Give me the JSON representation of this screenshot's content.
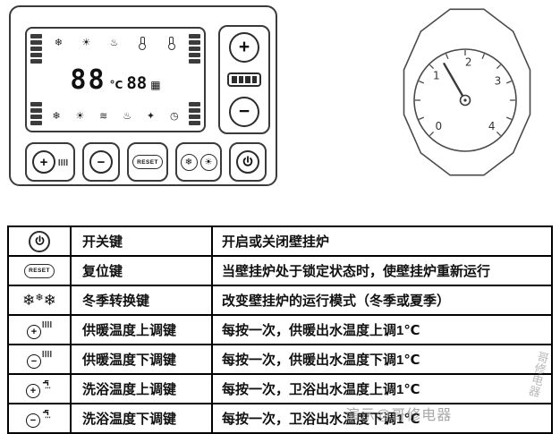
{
  "panel": {
    "lcd": {
      "main_value": "88",
      "unit": "°C",
      "secondary_value": "88",
      "block_glyph": "▦",
      "icons_top": [
        {
          "n": "snowflake-icon",
          "g": "❄"
        },
        {
          "n": "sun-icon",
          "g": "☀"
        },
        {
          "n": "flame-icon",
          "g": "♨"
        }
      ],
      "icons_bottom": [
        {
          "n": "snowflake-icon",
          "g": "❄"
        },
        {
          "n": "sun-icon",
          "g": "☀"
        },
        {
          "n": "wave-icon",
          "g": "≋"
        },
        {
          "n": "flame-icon",
          "g": "♨"
        },
        {
          "n": "spark-icon",
          "g": "✦"
        },
        {
          "n": "clock-icon",
          "g": "◷"
        }
      ]
    },
    "side": {
      "plus": "+",
      "minus": "−"
    },
    "keys": {
      "heat_up_sign": "+",
      "heat_down_sign": "−",
      "reset_label": "RESET",
      "winter_glyph": "❄",
      "summer_glyph": "☀"
    }
  },
  "dial": {
    "labels": [
      "0",
      "1",
      "2",
      "3",
      "4"
    ]
  },
  "table": {
    "rows": [
      {
        "key": "开关键",
        "desc": "开启或关闭壁挂炉"
      },
      {
        "key": "复位键",
        "desc": "当壁挂炉处于锁定状态时，使壁挂炉重新运行",
        "icon_label": "RESET"
      },
      {
        "key": "冬季转换键",
        "desc": "改变壁挂炉的运行模式（冬季或夏季）",
        "glyph": "❄"
      },
      {
        "key": "供暖温度上调键",
        "desc": "每按一次，供暖出水温度上调1℃",
        "sign": "+"
      },
      {
        "key": "供暖温度下调键",
        "desc": "每按一次，供暖出水温度下调1℃",
        "sign": "−"
      },
      {
        "key": "洗浴温度上调键",
        "desc": "每按一次，卫浴出水温度上调1℃",
        "sign": "+"
      },
      {
        "key": "洗浴温度下调键",
        "desc": "每按一次，卫浴出水温度下调1℃",
        "sign": "−"
      }
    ]
  },
  "watermark": {
    "main": "演示@哥修电器",
    "side": "哥修电器"
  }
}
